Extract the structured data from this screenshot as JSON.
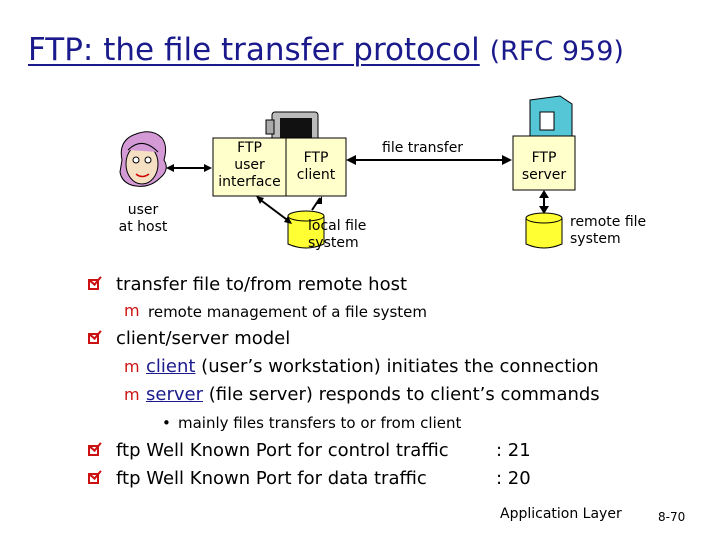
{
  "title": {
    "main": "FTP: the file transfer protocol",
    "rfc": "(RFC 959)"
  },
  "diagram": {
    "user_label_1": "user",
    "user_label_2": "at host",
    "ftp_ui_1": "FTP",
    "ftp_ui_2": "user",
    "ftp_ui_3": "interface",
    "ftp_client_1": "FTP",
    "ftp_client_2": "client",
    "file_transfer": "file transfer",
    "ftp_server_1": "FTP",
    "ftp_server_2": "server",
    "local_fs_1": "local file",
    "local_fs_2": "system",
    "remote_fs_1": "remote file",
    "remote_fs_2": "system"
  },
  "bullets": {
    "b1": "transfer file to/from remote host",
    "b1_1": "remote management of a file system",
    "b2": "client/server model",
    "b2_1_link": "client",
    "b2_1_rest": " (user’s workstation) initiates the connection",
    "b2_2_link": "server",
    "b2_2_rest": " (file server) responds to client’s commands",
    "b2_3": "mainly files transfers to or from client",
    "b3_label": "ftp Well Known Port for control traffic",
    "b3_value": ": 21",
    "b4_label": "ftp Well Known Port for data traffic",
    "b4_value": ": 20"
  },
  "footer": {
    "section": "Application Layer",
    "page": "8-70"
  },
  "colors": {
    "title": "#1a1a8c",
    "bullet": "#cc1111",
    "disk": "#ffff33",
    "box": "#ffffcc"
  }
}
